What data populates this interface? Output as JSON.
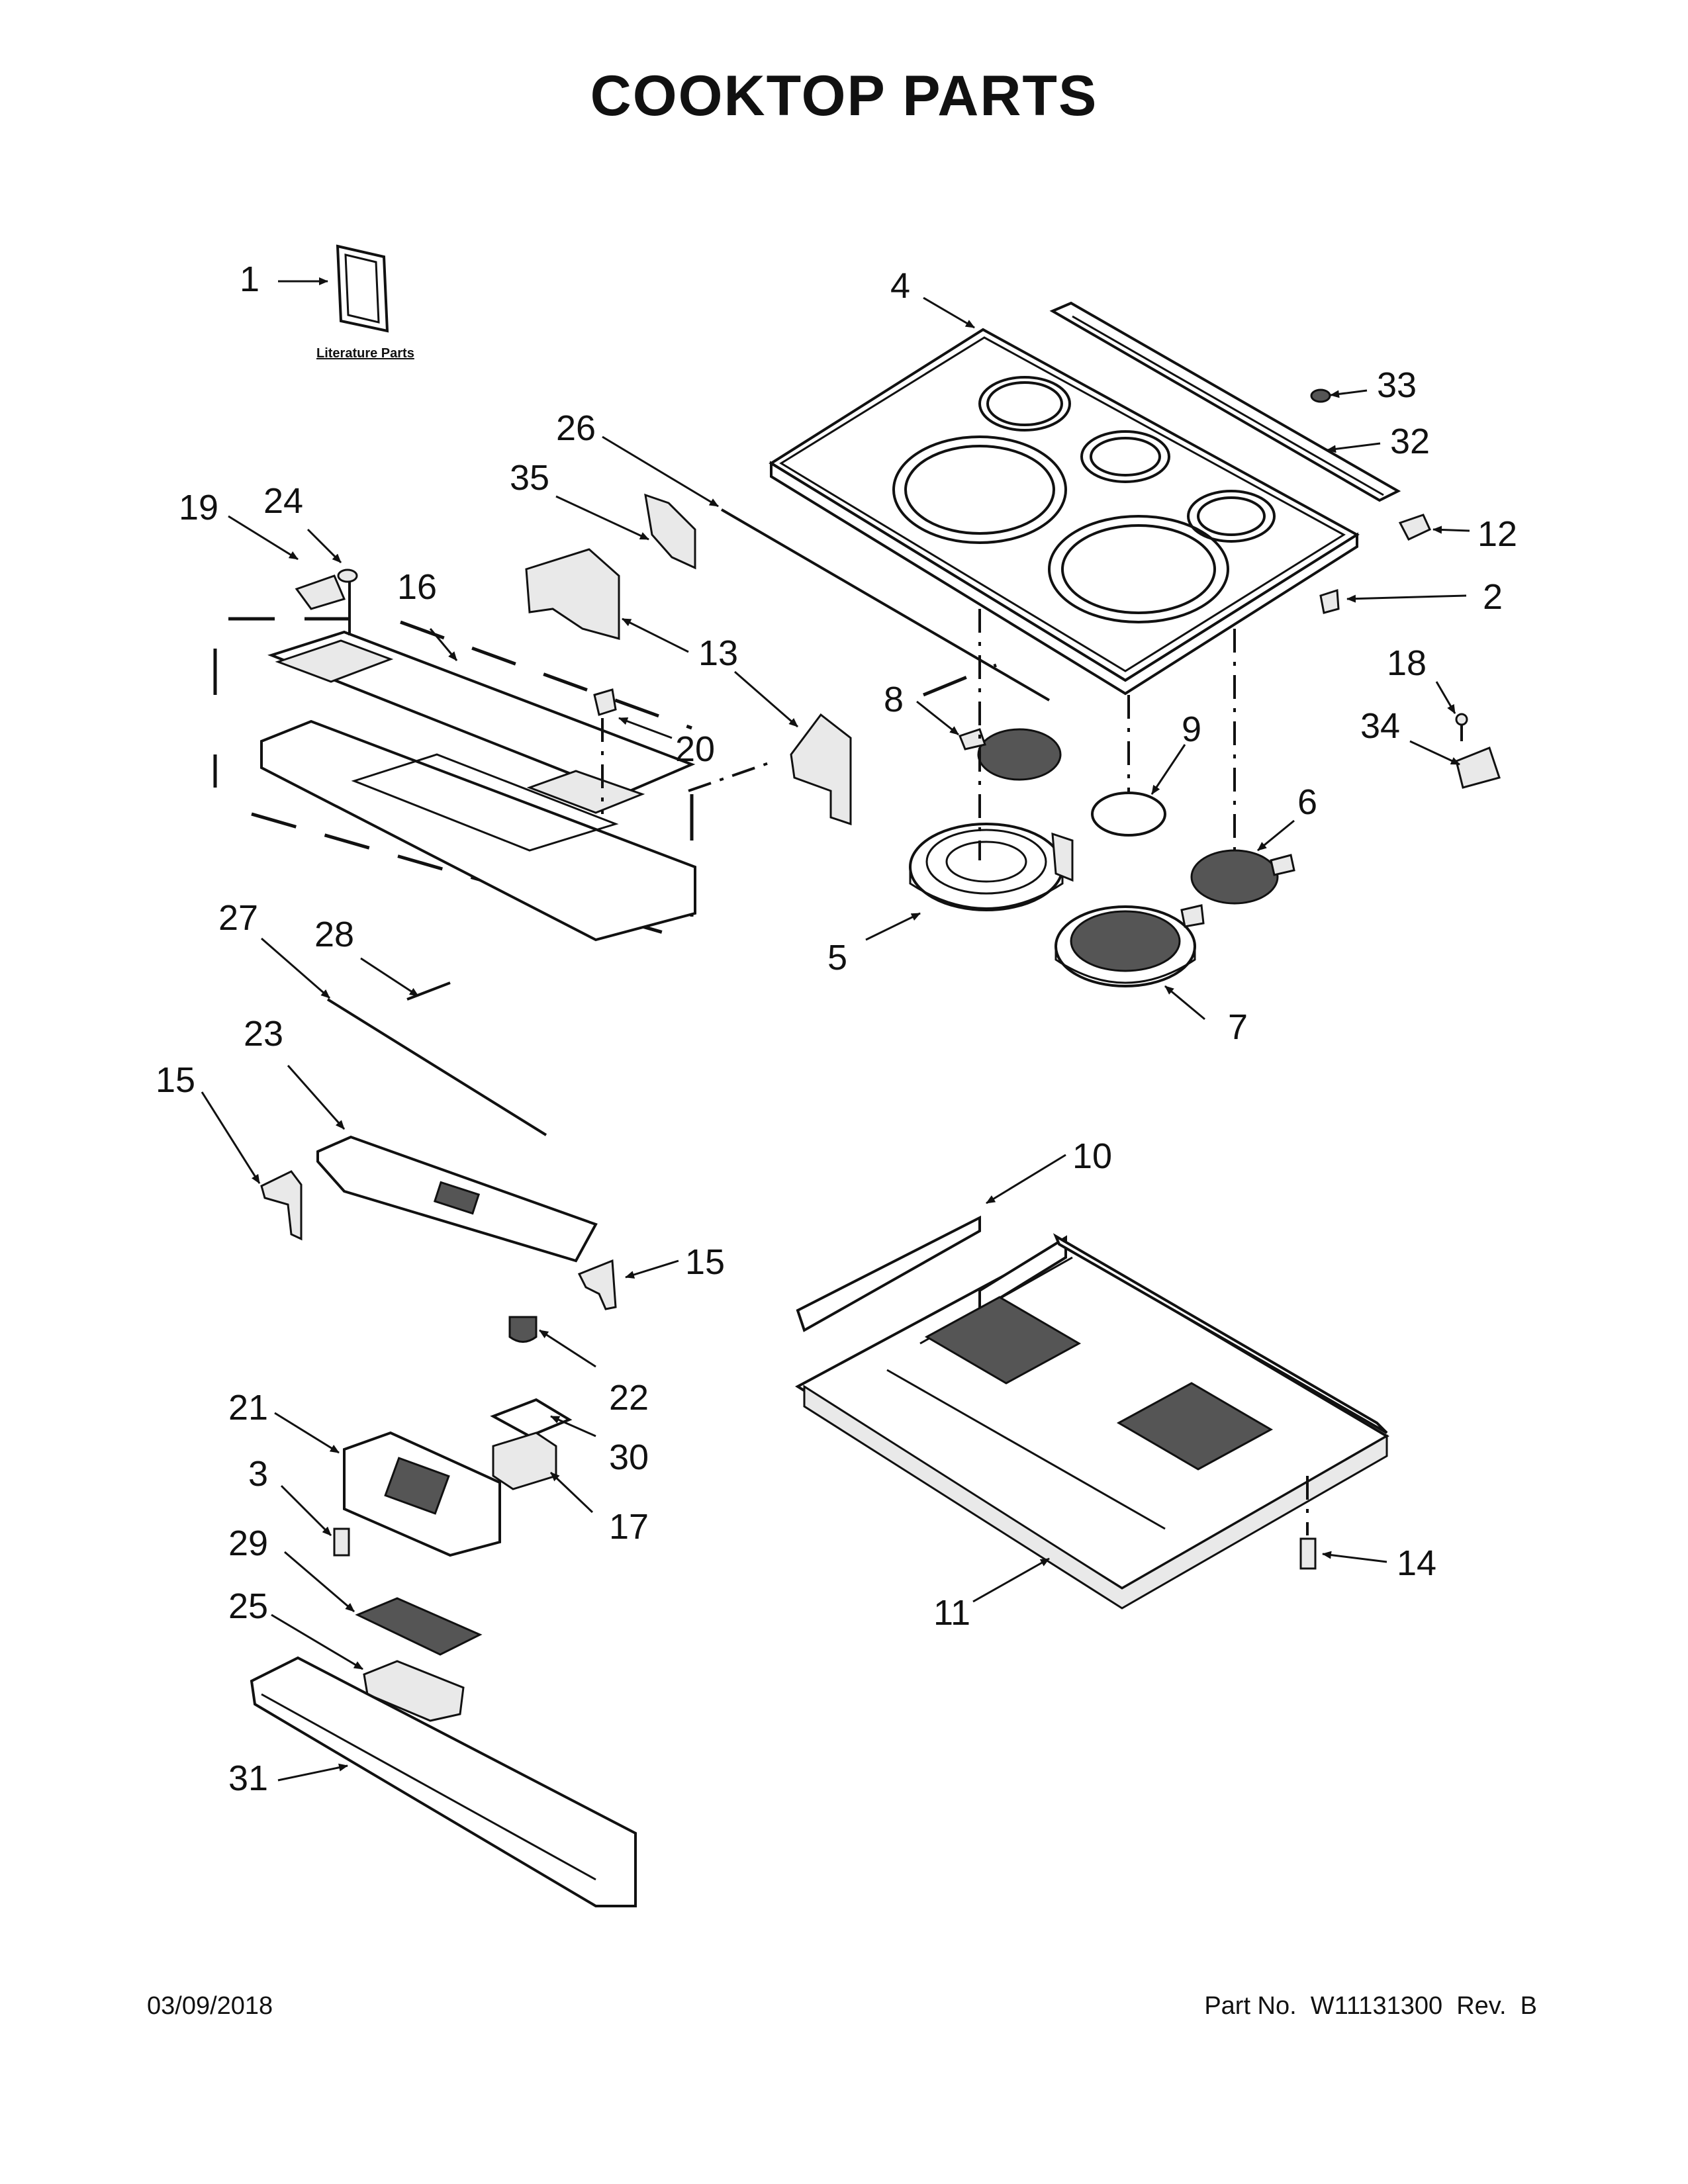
{
  "title": "COOKTOP PARTS",
  "literature_label": "Literature Parts",
  "footer": {
    "date": "03/09/2018",
    "part_number": "Part No.  W11131300  Rev.  B"
  },
  "callouts": [
    "1",
    "4",
    "33",
    "32",
    "12",
    "2",
    "26",
    "35",
    "19",
    "24",
    "16",
    "13",
    "8",
    "9",
    "18",
    "34",
    "20",
    "6",
    "5",
    "7",
    "27",
    "28",
    "23",
    "15",
    "15",
    "10",
    "22",
    "21",
    "30",
    "3",
    "17",
    "29",
    "14",
    "11",
    "25",
    "31"
  ]
}
